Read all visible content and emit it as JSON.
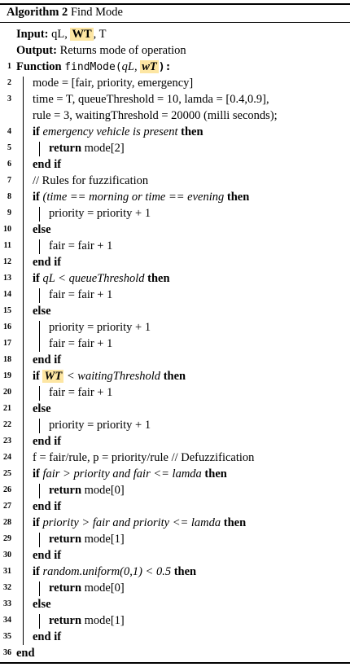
{
  "caption": {
    "label": "Algorithm 2",
    "title": "Find Mode"
  },
  "header": {
    "input_kw": "Input:",
    "input_a": "qL,",
    "input_hl": "WT",
    "input_b": ", T",
    "output_kw": "Output:",
    "output_text": "Returns mode of operation"
  },
  "lines": {
    "n1": "1",
    "n2": "2",
    "n3": "3",
    "n4": "4",
    "n5": "5",
    "n6": "6",
    "n7": "7",
    "n8": "8",
    "n9": "9",
    "n10": "10",
    "n11": "11",
    "n12": "12",
    "n13": "13",
    "n14": "14",
    "n15": "15",
    "n16": "16",
    "n17": "17",
    "n18": "18",
    "n19": "19",
    "n20": "20",
    "n21": "21",
    "n22": "22",
    "n23": "23",
    "n24": "24",
    "n25": "25",
    "n26": "26",
    "n27": "27",
    "n28": "28",
    "n29": "29",
    "n30": "30",
    "n31": "31",
    "n32": "32",
    "n33": "33",
    "n34": "34",
    "n35": "35",
    "n36": "36"
  },
  "code": {
    "function_kw": "Function",
    "function_name": "findMode(",
    "function_arg1": "qL,",
    "function_arg2": "wT",
    "function_close": "):",
    "l2": "mode = [fair, priority, emergency]",
    "l3a": "time = T, queueThreshold = 10, lamda = [0.4,0.9],",
    "l3b": "rule = 3, waitingThreshold = 20000 (milli seconds);",
    "if_kw": "if",
    "then_kw": "then",
    "else_kw": "else",
    "endif_kw": "end if",
    "end_kw": "end",
    "return_kw": "return",
    "l4_cond": "emergency vehicle is present",
    "l5_val": "mode[2]",
    "l7": "// Rules for fuzzification",
    "l8_cond": "(time == morning or time == evening",
    "l9": "priority = priority + 1",
    "l11": "fair = fair + 1",
    "l13_cond": "qL < queueThreshold",
    "l14": "fair = fair + 1",
    "l16": "priority = priority + 1",
    "l17": "fair = fair + 1",
    "l19_hl": "WT",
    "l19_cond": "< waitingThreshold",
    "l20": "fair = fair + 1",
    "l22": "priority = priority + 1",
    "l24": "f = fair/rule, p = priority/rule // Defuzzification",
    "l25_cond": "fair > priority and fair <= lamda",
    "l26_val": "mode[0]",
    "l28_cond": "priority > fair and priority <= lamda",
    "l29_val": "mode[1]",
    "l31_cond": "random.uniform(0,1) < 0.5",
    "l32_val": "mode[0]",
    "l34_val": "mode[1]"
  }
}
